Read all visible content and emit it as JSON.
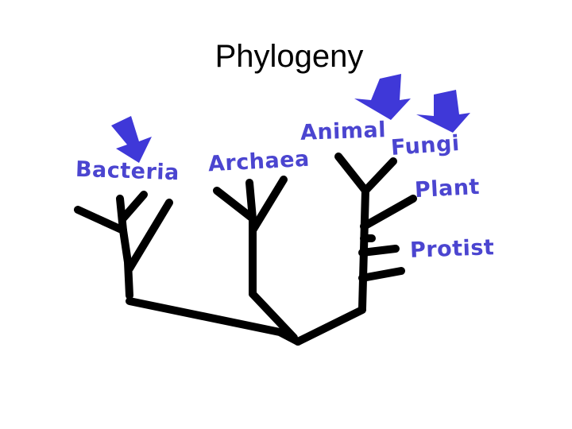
{
  "title": "Phylogeny",
  "colors": {
    "label": "#4b45d0",
    "arrow": "#3f38d8",
    "tree": "#000000"
  },
  "labels": {
    "bacteria": "Bacteria",
    "archaea": "Archaea",
    "animal": "Animal",
    "fungi": "Fungi",
    "plant": "Plant",
    "protist": "Protist"
  },
  "arrows": [
    "bacteria",
    "animal",
    "fungi"
  ]
}
